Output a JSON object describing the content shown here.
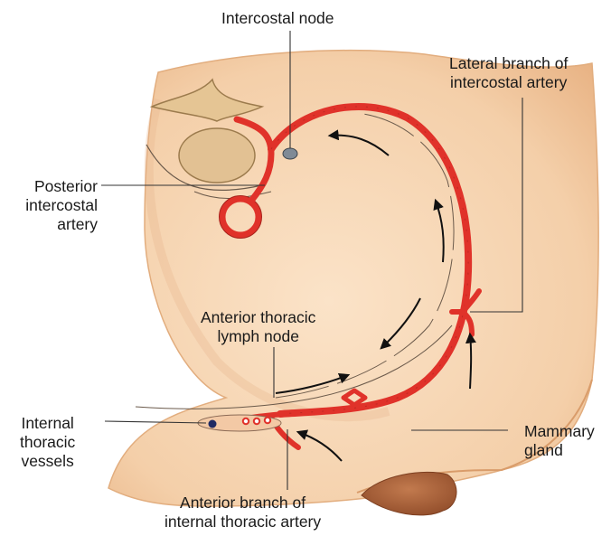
{
  "labels": {
    "intercostal_node": "Intercostal node",
    "lateral_branch": [
      "Lateral branch of",
      "intercostal artery"
    ],
    "posterior_intercostal_artery": [
      "Posterior",
      "intercostal",
      "artery"
    ],
    "anterior_thoracic_lymph_node": [
      "Anterior thoracic",
      "lymph node"
    ],
    "internal_thoracic_vessels": [
      "Internal",
      "thoracic",
      "vessels"
    ],
    "mammary_gland": [
      "Mammary",
      "gland"
    ],
    "anterior_branch": [
      "Anterior branch of",
      "internal thoracic artery"
    ]
  },
  "colors": {
    "skin": "#f6d5b3",
    "skin_shadow": "#e9b98f",
    "artery": "#e0322a",
    "artery_dark": "#a8231c",
    "vertebra": "#e2c193",
    "nipple": "#a9603a",
    "lymph_node": "#7f8a96",
    "leader_line": "#333333",
    "text": "#1a1a1a"
  }
}
